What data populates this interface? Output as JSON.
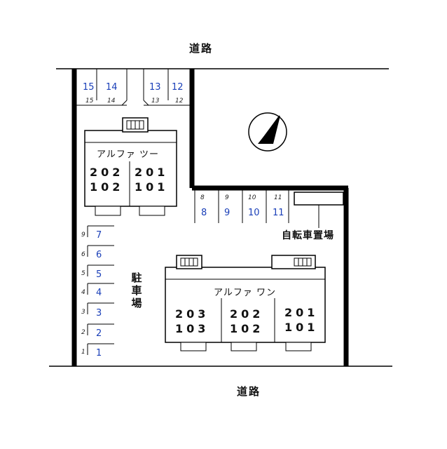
{
  "roads": {
    "top": "道路",
    "bottom": "道路"
  },
  "parking_label": "駐 車 場",
  "bicycle_label": "自転車置場",
  "buildings": {
    "alpha_two": {
      "name": "アルファ ツー",
      "units_row1": [
        "202",
        "201"
      ],
      "units_row2": [
        "102",
        "101"
      ]
    },
    "alpha_one": {
      "name": "アルファ ワン",
      "units_row1": [
        "203",
        "202",
        "201"
      ],
      "units_row2": [
        "103",
        "102",
        "101"
      ]
    }
  },
  "parking_top": [
    {
      "number": "15",
      "hand": "15"
    },
    {
      "number": "14",
      "hand": "14"
    },
    {
      "number": "13",
      "hand": "13"
    },
    {
      "number": "12",
      "hand": "12"
    }
  ],
  "parking_mid": [
    {
      "number": "8",
      "hand": "8"
    },
    {
      "number": "9",
      "hand": "9"
    },
    {
      "number": "10",
      "hand": "10"
    },
    {
      "number": "11",
      "hand": "11"
    }
  ],
  "parking_left": [
    {
      "number": "7",
      "hand": "9"
    },
    {
      "number": "6",
      "hand": "6"
    },
    {
      "number": "5",
      "hand": "5"
    },
    {
      "number": "4",
      "hand": "4"
    },
    {
      "number": "3",
      "hand": "3"
    },
    {
      "number": "2",
      "hand": "2"
    },
    {
      "number": "1",
      "hand": "1"
    }
  ],
  "compass": {
    "direction": "north"
  }
}
